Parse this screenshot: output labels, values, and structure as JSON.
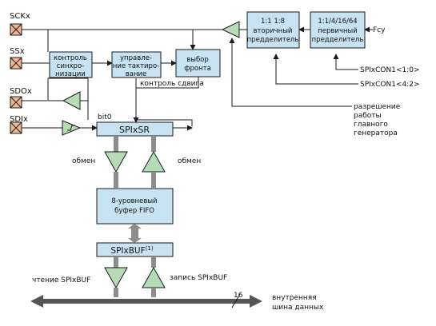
{
  "pins": {
    "sck": "SCKx",
    "ss": "SSx",
    "sdo": "SDOx",
    "sdi": "SDIx"
  },
  "blocks": {
    "secondary_prescaler": {
      "ratio": "1:1   1:8",
      "line1": "вторичный",
      "line2": "предделитель"
    },
    "primary_prescaler": {
      "ratio": "1:1/4/16/64",
      "line1": "первичный",
      "line2": "предделитель"
    },
    "sync_control": {
      "line1": "контроль",
      "line2": "синхро-",
      "line3": "низации"
    },
    "clock_control": {
      "line1": "управле-",
      "line2": "ние тактиро-",
      "line3": "вание"
    },
    "edge_select": {
      "line1": "выбор",
      "line2": "фронта"
    },
    "shift_register": "SPIxSR",
    "fifo": {
      "line1": "8-уровневый",
      "line2": "буфер FIFO"
    },
    "buffer": {
      "name": "SPIxBUF",
      "sup": "(1)"
    }
  },
  "labels": {
    "fcy": "Fcy",
    "spicon_1_0": "SPIxCON1<1:0>",
    "spicon_4_2": "SPIxCON1<4:2>",
    "shift_control": "контроль сдвига",
    "bit0": "bit0",
    "exchange_left": "обмен",
    "exchange_right": "обмен",
    "read_buf": "чтение SPIxBUF",
    "write_buf": "запись SPIxBUF",
    "bus_width": "16",
    "bus_line1": "внутренняя",
    "bus_line2": "шина данных",
    "enable_line1": "разрешение",
    "enable_line2": "работы",
    "enable_line3": "главного",
    "enable_line4": "генератора"
  }
}
